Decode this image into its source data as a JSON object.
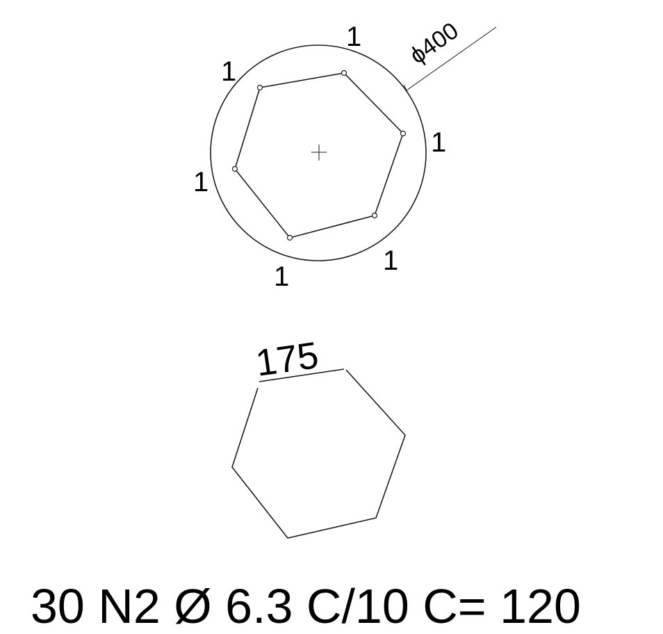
{
  "section": {
    "diameter_label": "ϕ400",
    "bar_count_labels": [
      "1",
      "1",
      "1",
      "1",
      "1",
      "1"
    ]
  },
  "stirrup": {
    "side_label": "175"
  },
  "spec_label": "30 N2 Ø 6.3 C/10 C= 120"
}
